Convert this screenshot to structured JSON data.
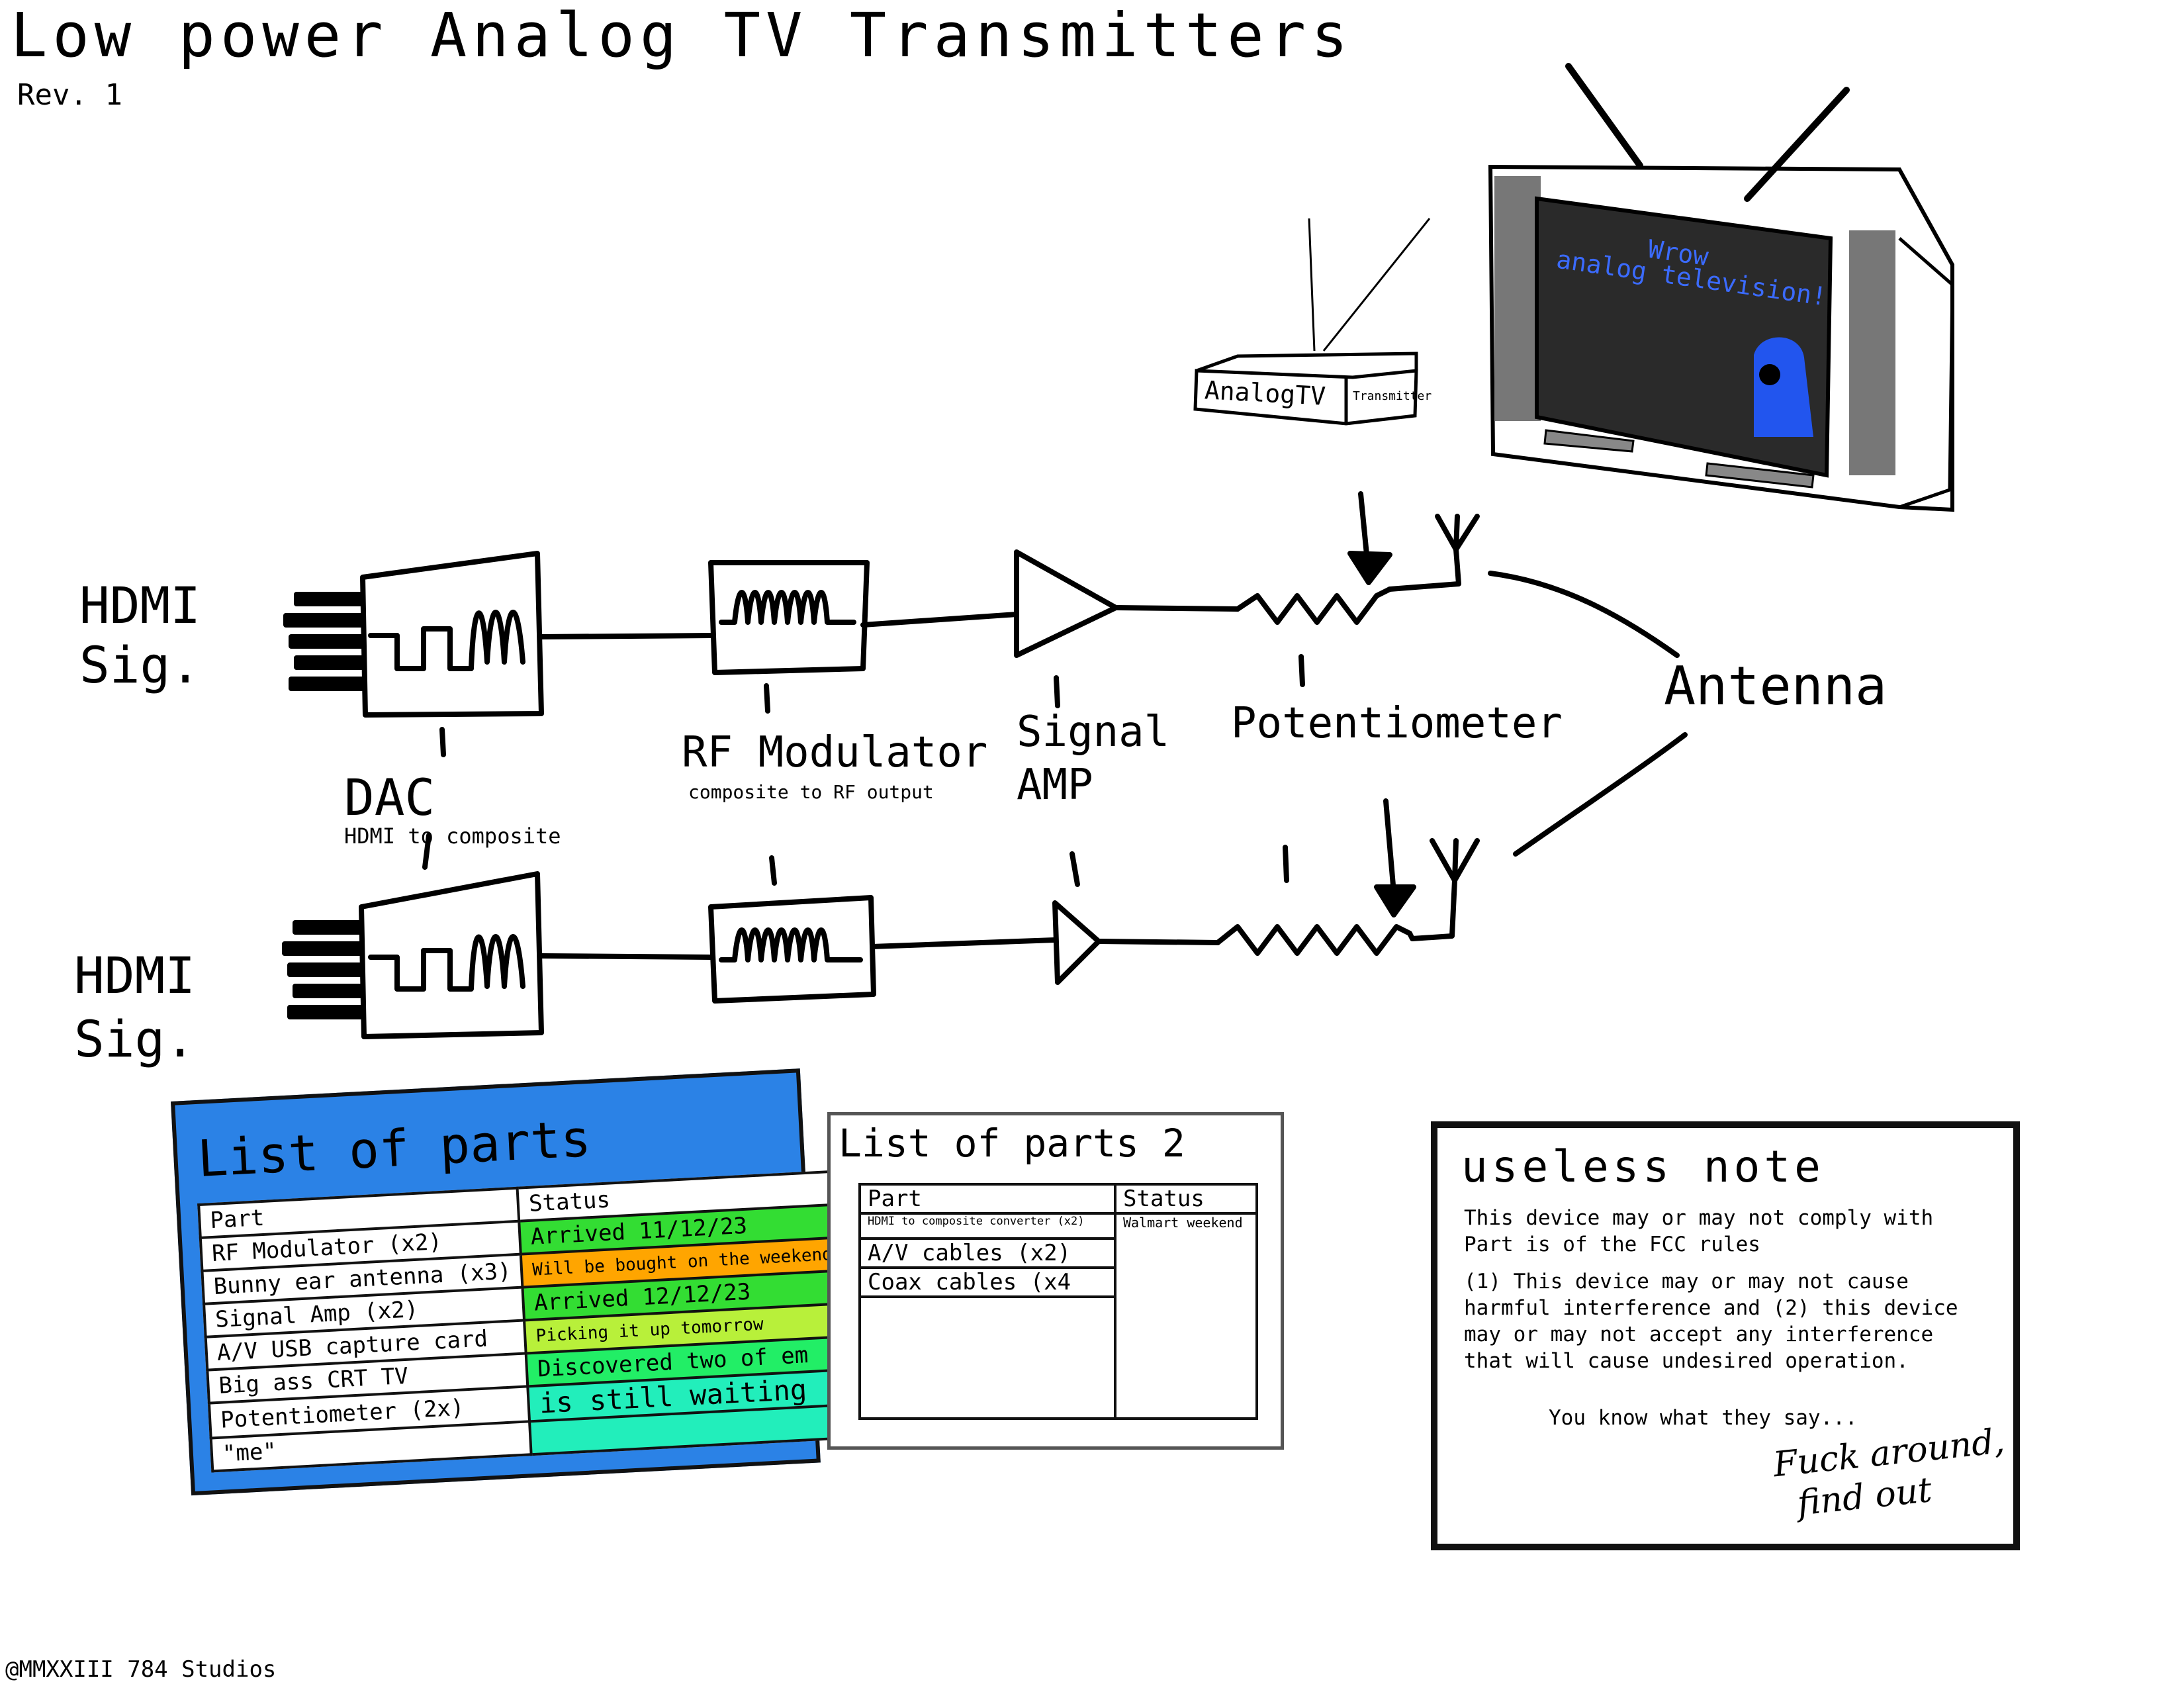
{
  "title": "Low power Analog TV Transmitters",
  "revision": "Rev. 1",
  "diagram": {
    "input_labels": [
      "HDMI Sig.",
      "HDMI Sig."
    ],
    "dac": {
      "label": "DAC",
      "sublabel": "HDMI to composite"
    },
    "rf_modulator": {
      "label": "RF Modulator",
      "sublabel": "composite to RF output"
    },
    "signal_amp": {
      "label": "Signal AMP"
    },
    "potentiometer": {
      "label": "Potentiometer"
    },
    "antenna": {
      "label": "Antenna"
    }
  },
  "transmitter_box": {
    "label": "AnalogTV",
    "side_label": "Transmitter"
  },
  "tv": {
    "screen_text_line1": "Wrow",
    "screen_text_line2": "analog television!"
  },
  "parts_list_1": {
    "title": "List of parts",
    "headers": {
      "part": "Part",
      "status": "Status"
    },
    "rows": [
      {
        "part": "RF Modulator (x2)",
        "status": "Arrived 11/12/23",
        "color": "#33dd33"
      },
      {
        "part": "Bunny ear antenna (x3)",
        "status": "Will be bought on the weekend.",
        "color": "#ffa500"
      },
      {
        "part": "Signal Amp (x2)",
        "status": "Arrived 12/12/23",
        "color": "#33dd33"
      },
      {
        "part": "A/V USB capture card",
        "status": "Picking it up tomorrow",
        "color": "#b8f03a"
      },
      {
        "part": "Big ass CRT TV",
        "status": "Discovered two of em",
        "color": "#22ee66"
      },
      {
        "part": "Potentiometer (2x)",
        "status": "is still waiting",
        "color": "#22eebb"
      },
      {
        "part": "\"me\"",
        "status": "",
        "color": "#22eebb"
      }
    ]
  },
  "parts_list_2": {
    "title": "List of parts 2",
    "headers": {
      "part": "Part",
      "status": "Status"
    },
    "rows": [
      {
        "part": "HDMI to composite converter (x2)",
        "status": "Walmart weekend"
      },
      {
        "part": "A/V cables (x2)",
        "status": ""
      },
      {
        "part": "Coax cables (x4",
        "status": ""
      }
    ]
  },
  "note": {
    "title": "useless note",
    "para1": "This device may or may not comply with Part is of the FCC rules",
    "para2": "(1) This device may or may not cause harmful interference and (2) this device may or may not accept any interference that will cause undesired operation.",
    "saying": "You know what they say...",
    "signature_line1": "Fuck around,",
    "signature_line2": "find out"
  },
  "footer": "@MMXXIII 784 Studios"
}
